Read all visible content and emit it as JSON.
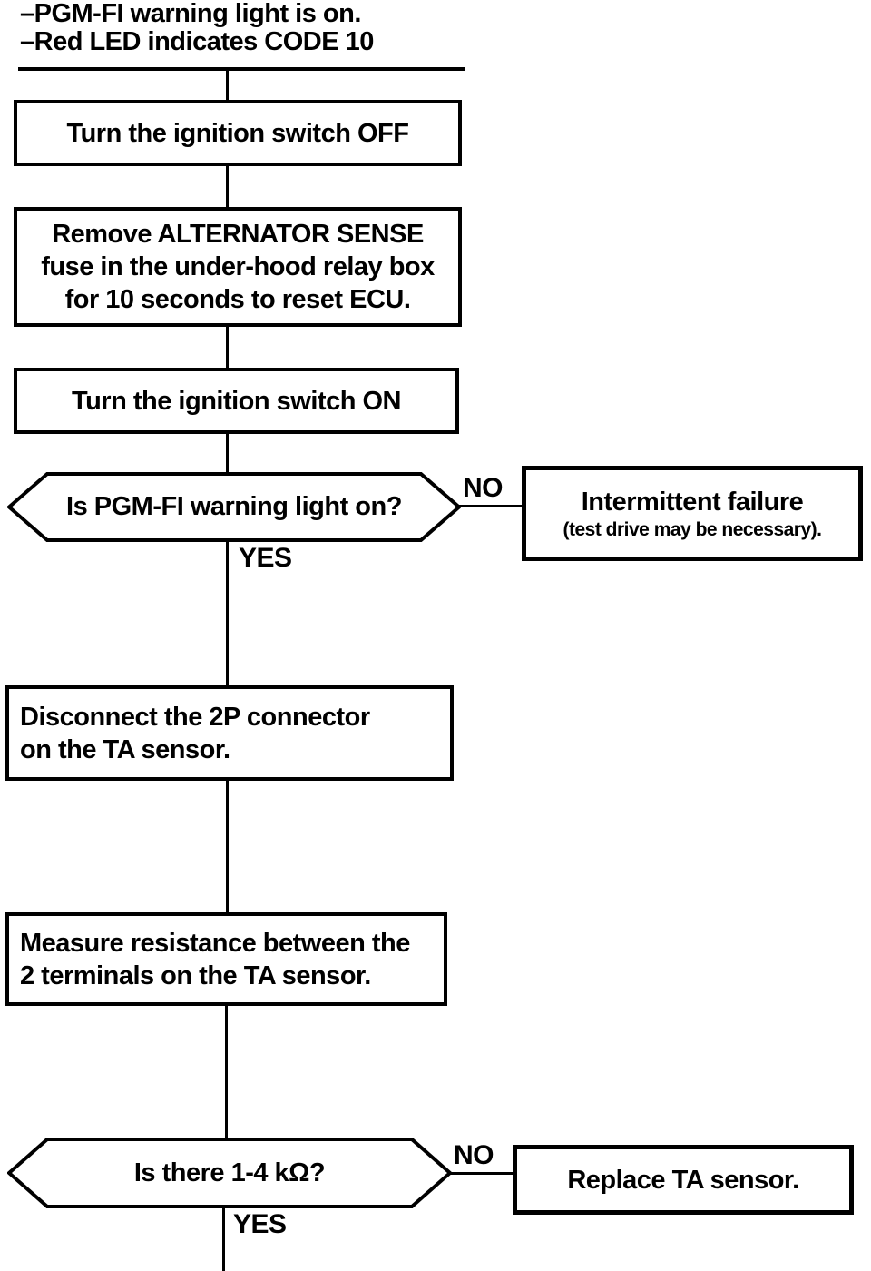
{
  "colors": {
    "ink": "#000000",
    "paper": "#ffffff"
  },
  "header": {
    "line1": "–PGM-FI warning light is on.",
    "line2": "–Red LED indicates CODE 10"
  },
  "nodes": {
    "turn_off": {
      "label": "Turn the ignition switch OFF"
    },
    "remove_fuse": {
      "lines": [
        "Remove ALTERNATOR SENSE",
        "fuse in the under-hood relay box",
        "for 10 seconds to reset ECU."
      ]
    },
    "turn_on": {
      "label": "Turn the ignition switch ON"
    },
    "warning_light_decision": {
      "question": "Is PGM-FI warning light on?"
    },
    "intermittent_failure": {
      "title": "Intermittent failure",
      "subtitle": "(test drive may be necessary)."
    },
    "disconnect_connector": {
      "lines": [
        "Disconnect the 2P connector",
        "on the TA sensor."
      ]
    },
    "measure_resistance": {
      "lines": [
        "Measure resistance between the",
        "2 terminals on the TA sensor."
      ]
    },
    "resistance_decision": {
      "question": "Is there 1-4 kΩ?"
    },
    "replace_sensor": {
      "label": "Replace TA sensor."
    }
  },
  "branch_labels": {
    "no1": "NO",
    "yes1": "YES",
    "no2": "NO",
    "yes2": "YES"
  }
}
